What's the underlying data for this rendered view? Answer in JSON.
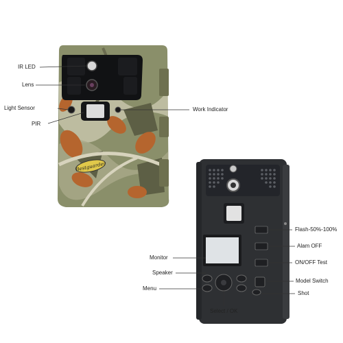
{
  "labels": {
    "ir_led": "IR LED",
    "lens": "Lens",
    "light_sensor": "Light Sensor",
    "pir": "PIR",
    "work_indicator": "Work Indicator",
    "flash": "Flash-50%-100%",
    "alarm": "Alam OFF",
    "on_off_test": "ON/OFF Test",
    "monitor": "Monitor",
    "speaker": "Speaker",
    "menu": "Menu",
    "model_switch": "Model Switch",
    "shot": "Shot",
    "select_ok": "Select / OK"
  },
  "brand": "Bestguarder",
  "colors": {
    "camo_base": "#8a8f6a",
    "camo_dark": "#5d5f45",
    "camo_leaf": "#b5652e",
    "camo_light": "#c9c7ae",
    "body_dark": "#2e3033",
    "screen": "#dfe3e6"
  }
}
